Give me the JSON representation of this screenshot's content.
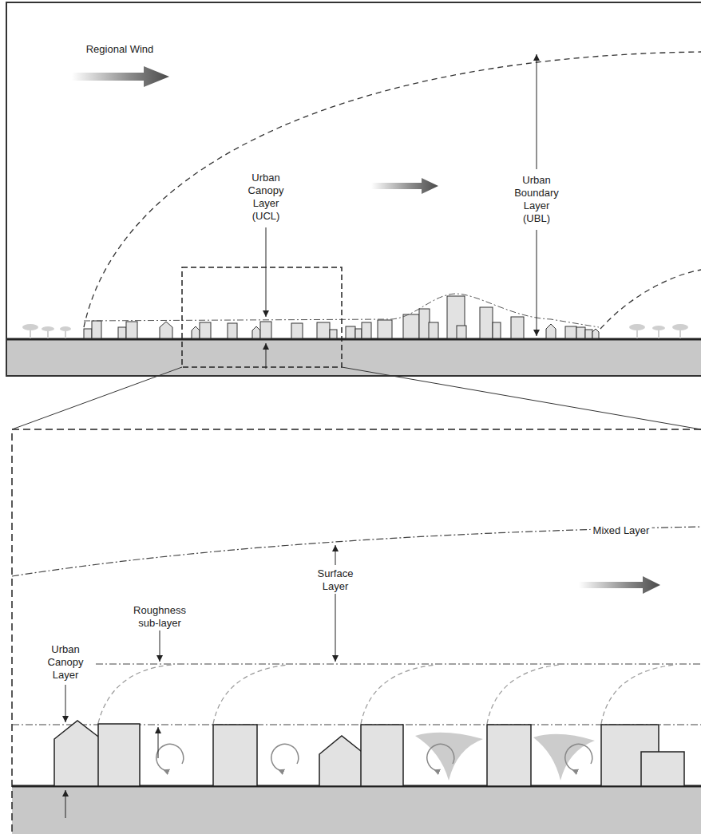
{
  "diagram": {
    "labels": [
      "Regional Wind",
      "Urban Canopy Layer (UCL)",
      "Urban Boundary Layer (UBL)",
      "Mixed Layer",
      "Surface Layer",
      "Roughness sub-layer",
      "Urban Canopy Layer"
    ]
  }
}
